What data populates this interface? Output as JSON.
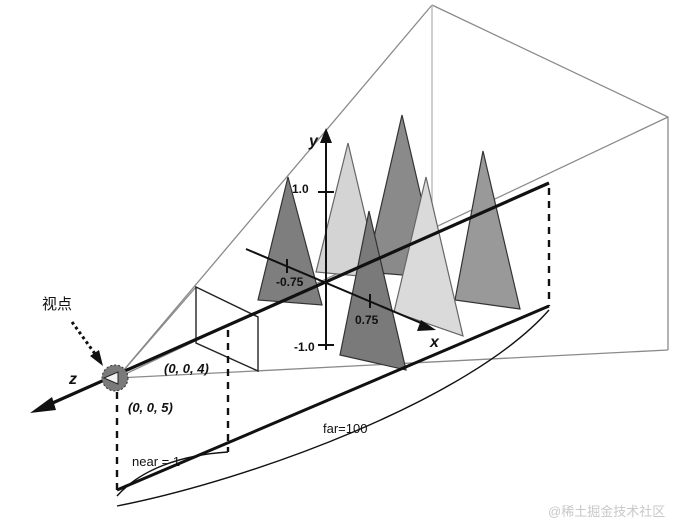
{
  "labels": {
    "viewpoint": "视点",
    "axis_y": "y",
    "axis_x": "x",
    "axis_z": "z",
    "tick_y_pos": "1.0",
    "tick_y_neg": "-1.0",
    "tick_x_neg": "-0.75",
    "tick_x_pos": "0.75",
    "coord_near_plane": "(0, 0, 4)",
    "coord_eye": "(0, 0, 5)",
    "near": "near = 1",
    "far": "far=100"
  },
  "watermark": "@稀土掘金技术社区",
  "colors": {
    "line": "#111111",
    "frustum": "#888888",
    "tri_dark": "#7e7e7e",
    "tri_mid": "#a6a6a6",
    "tri_light": "#d6d6d6",
    "eye": "#7a7a7a"
  }
}
